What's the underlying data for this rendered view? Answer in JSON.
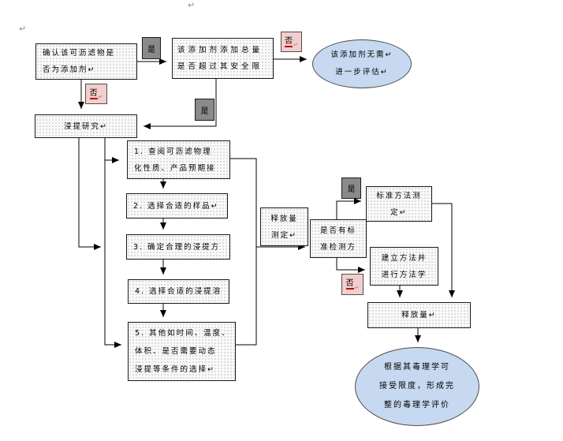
{
  "document": {
    "paragraph_mark_top": "↵",
    "paragraph_mark_left": "↵"
  },
  "colors": {
    "node_fill": "#fafafa",
    "node_dot": "#cccccc",
    "node_border": "#1a1a1a",
    "yes_label_bg": "#8a8a8a",
    "no_label_bg": "#f3cecd",
    "ellipse_bg": "#c6d9f0",
    "spellcheck_red": "#c00000",
    "paragraph_mark_gray": "#8f8f8f",
    "text": "#000000"
  },
  "decision_labels": {
    "yes": "是",
    "no": "否",
    "no_mark": "↵"
  },
  "nodes": {
    "confirm_additive": {
      "line1": "确认该可沥滤物是",
      "line2": "否为添加剂↵"
    },
    "total_amount": {
      "line1": "该添加剂添加总量",
      "line2": "是否超过其安全限"
    },
    "no_further_eval": {
      "line1": "该添加剂无需↵",
      "line2": "进一步评估↵"
    },
    "extraction_study": {
      "line1": "浸提研究↵"
    },
    "step1": {
      "line1": "1. 查阅可沥滤物理",
      "line2": "化性质、产品预期接"
    },
    "step2": {
      "line1": "2. 选择合适的样品↵"
    },
    "step3": {
      "line1": "3. 确定合理的浸提方"
    },
    "step4": {
      "line1": "4. 选择合适的浸提溶"
    },
    "step5": {
      "line1": "5. 其他如时间、温度、",
      "line2": "体积、是否需要动态",
      "line3": "浸提等条件的选择↵"
    },
    "release_determination": {
      "line1": "释放量",
      "line2": "测定↵"
    },
    "standard_exists": {
      "line1": "是否有标",
      "line2": "准检测方"
    },
    "standard_method": {
      "line1": "标准方法测",
      "line2": "定↵"
    },
    "establish_method": {
      "line1": "建立方法并",
      "line2": "进行方法学"
    },
    "release_amount": {
      "line1": "释放量↵"
    },
    "final_evaluation": {
      "line1": "根据其毒理学可",
      "line2": "接受限度，形成完",
      "line3": "整的毒理学评价"
    }
  }
}
